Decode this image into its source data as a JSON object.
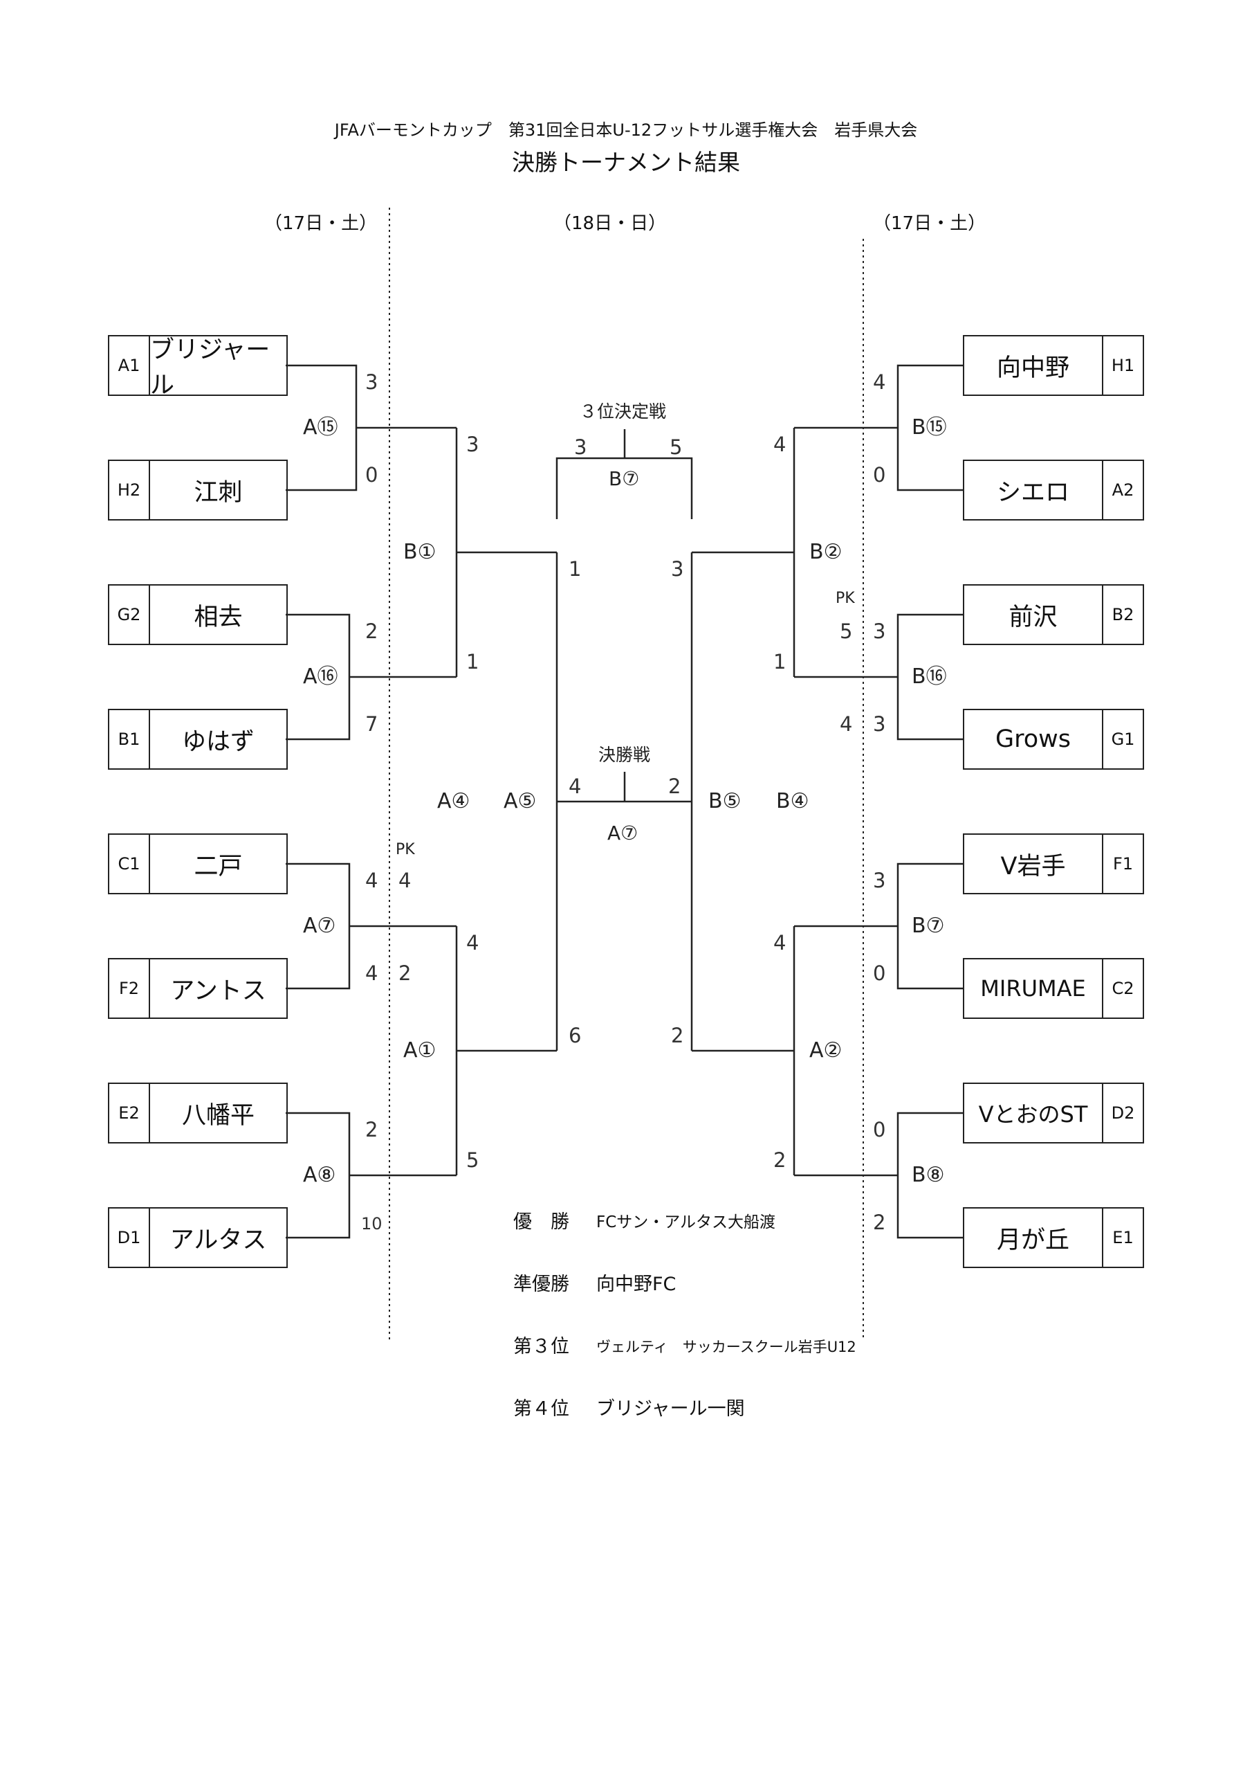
{
  "title": {
    "line1": "JFAバーモントカップ　第31回全日本U-12フットサル選手権大会　岩手県大会",
    "line2": "決勝トーナメント結果"
  },
  "days": {
    "left": "（17日・土）",
    "center": "（18日・日）",
    "right": "（17日・土）"
  },
  "left_teams": [
    {
      "code": "A1",
      "name": "ブリジャール"
    },
    {
      "code": "H2",
      "name": "江刺"
    },
    {
      "code": "G2",
      "name": "相去"
    },
    {
      "code": "B1",
      "name": "ゆはず"
    },
    {
      "code": "C1",
      "name": "二戸"
    },
    {
      "code": "F2",
      "name": "アントス"
    },
    {
      "code": "E2",
      "name": "八幡平"
    },
    {
      "code": "D1",
      "name": "アルタス"
    }
  ],
  "right_teams": [
    {
      "code": "H1",
      "name": "向中野"
    },
    {
      "code": "A2",
      "name": "シエロ"
    },
    {
      "code": "B2",
      "name": "前沢"
    },
    {
      "code": "G1",
      "name": "Grows"
    },
    {
      "code": "F1",
      "name": "V岩手"
    },
    {
      "code": "C2",
      "name": "MIRUMAE"
    },
    {
      "code": "D2",
      "name": "VとおのST"
    },
    {
      "code": "E1",
      "name": "月が丘"
    }
  ],
  "matches": {
    "a15": "A⑮",
    "a16": "A⑯",
    "a7": "A⑦",
    "a8": "A⑧",
    "b1": "B①",
    "a1": "A①",
    "a4": "A④",
    "a5": "A⑤",
    "b15": "B⑮",
    "b16": "B⑯",
    "b7l": "B⑦",
    "b8": "B⑧",
    "b2": "B②",
    "a2": "A②",
    "b5": "B⑤",
    "b4": "B④",
    "third_label": "B⑦",
    "final_label": "A⑦"
  },
  "headers": {
    "third": "３位決定戦",
    "final": "決勝戦"
  },
  "pk": {
    "left": "PK",
    "right": "PK"
  },
  "scores": {
    "l1": "3",
    "l2": "0",
    "l3": "2",
    "l4": "7",
    "l5": "4",
    "l5pk": "4",
    "l6": "4",
    "l6pk": "2",
    "l7": "2",
    "l8": "10",
    "lq1": "3",
    "lq2": "1",
    "lq3": "4",
    "lq4": "5",
    "ls1": "1",
    "ls2": "6",
    "r1": "4",
    "r2": "0",
    "r3": "3",
    "r3pk": "5",
    "r4": "3",
    "r4pk": "4",
    "r5": "3",
    "r6": "0",
    "r7": "0",
    "r8": "2",
    "rq1": "4",
    "rq2": "1",
    "rq3": "4",
    "rq4": "2",
    "rs1": "3",
    "rs2": "2",
    "third_l": "3",
    "third_r": "5",
    "final_l": "4",
    "final_r": "2"
  },
  "results": [
    {
      "rank": "優　勝",
      "team": "FCサン・アルタス大船渡"
    },
    {
      "rank": "準優勝",
      "team": "向中野FC"
    },
    {
      "rank": "第３位",
      "team": "ヴェルティ　サッカースクール岩手U12"
    },
    {
      "rank": "第４位",
      "team": "ブリジャール一関"
    }
  ]
}
